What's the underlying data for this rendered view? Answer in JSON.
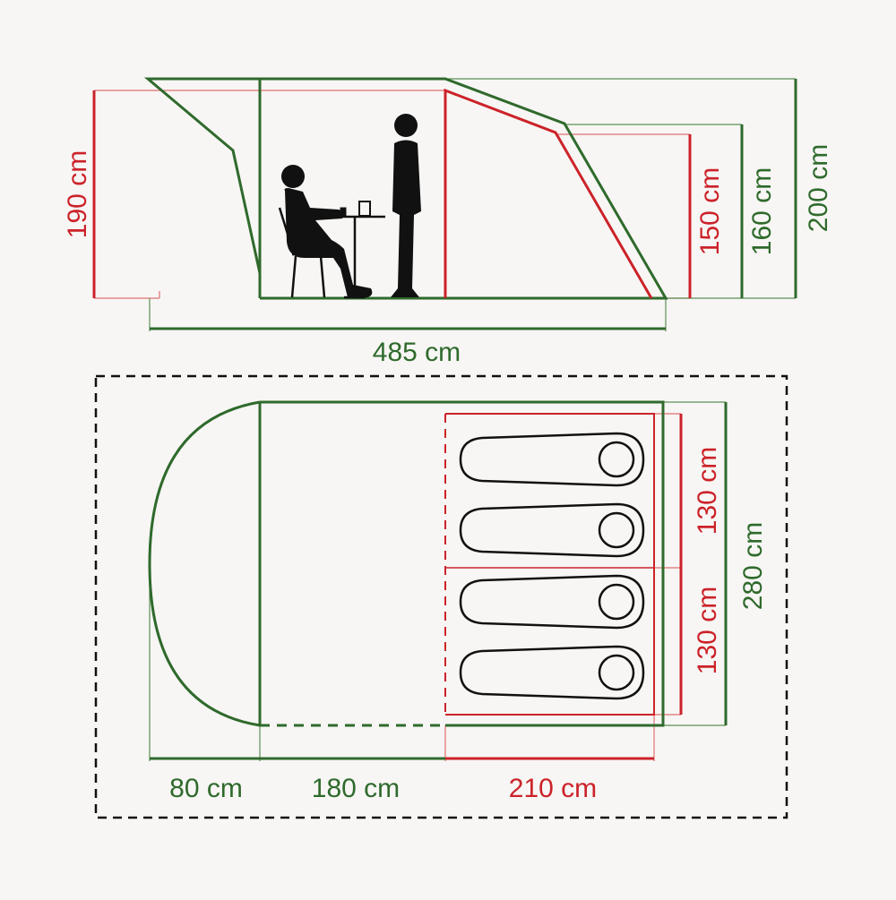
{
  "colors": {
    "green": "#2f6a2c",
    "red": "#cc2229",
    "thin_green": "#5d8f55",
    "thin_red": "#e07070",
    "black": "#111111"
  },
  "side_view": {
    "labels": {
      "height_front_porch": "190 cm",
      "height_bedroom_inner": "150 cm",
      "height_bedroom_outer": "160 cm",
      "height_total": "200 cm",
      "length_total": "485 cm"
    },
    "figures": [
      "seated-person-icon",
      "standing-person-icon",
      "table-icon",
      "chair-icon"
    ]
  },
  "floor_plan": {
    "labels": {
      "porch_depth": "80 cm",
      "living_depth": "180 cm",
      "bedroom_depth": "210 cm",
      "bedroom_width_1": "130 cm",
      "bedroom_width_2": "130 cm",
      "total_width": "280 cm"
    },
    "sleeping_bags": 4
  }
}
